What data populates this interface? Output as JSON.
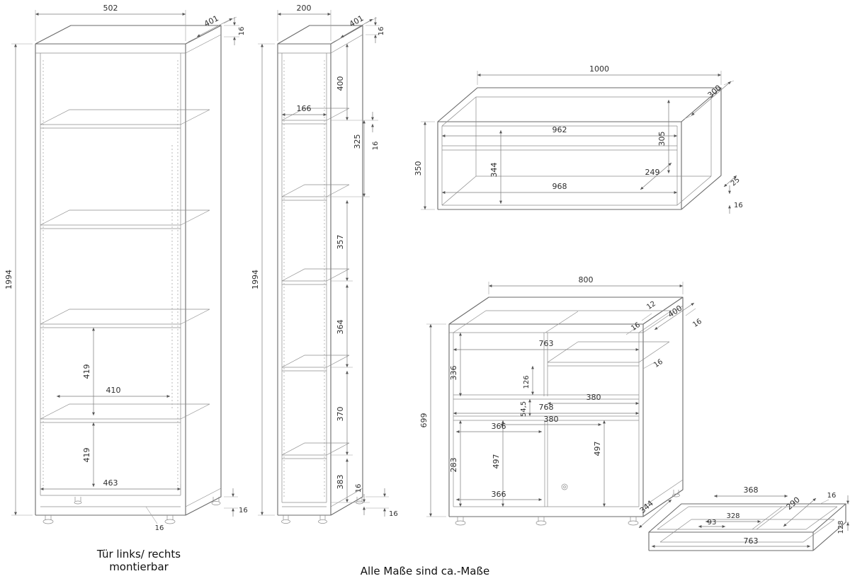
{
  "notes": {
    "door_line1": "Tür links/ rechts",
    "door_line2": "montierbar",
    "footer": "Alle Maße sind ca.-Maße"
  },
  "cabinet": {
    "width": "502",
    "depth": "401",
    "top_thickness": "16",
    "height": "1994",
    "gap_upper": "419",
    "glass_shelf": "410",
    "gap_lower": "419",
    "inner_width": "463",
    "bottom_thickness": "16",
    "foot_height": "16"
  },
  "shelf_unit": {
    "width": "200",
    "depth": "401",
    "top_thickness": "16",
    "height": "1994",
    "inner_width": "166",
    "gap1": "400",
    "gap2": "325",
    "shelf_thickness": "16",
    "gap3": "357",
    "gap4": "364",
    "gap5": "370",
    "gap6": "383",
    "bottom_thickness": "16",
    "foot_height": "16"
  },
  "wall_shelf": {
    "width": "1000",
    "depth": "300",
    "height": "350",
    "inner_width": "962",
    "inner_height": "305",
    "clear_height": "344",
    "inner_depth": "249",
    "bottom_inner_width": "968",
    "edge": "25",
    "thickness": "16"
  },
  "sideboard": {
    "width": "800",
    "back_gap": "12",
    "depth": "400",
    "top_panel": "16",
    "side_panel": "16",
    "shelf_panel": "16",
    "inner_width": "763",
    "upper_height": "336",
    "niche_a": "126",
    "niche_b": "54,5",
    "half_right": "380",
    "drawer_width": "768",
    "half_mid": "380",
    "open_left": "366",
    "height": "699",
    "lower_height": "283",
    "door_left": "497",
    "door_right": "497",
    "open_bottom": "366"
  },
  "tray": {
    "depth": "344",
    "section_a": "368",
    "depth_b": "290",
    "rim": "16",
    "height": "128",
    "section_c": "93",
    "section_d": "328",
    "width": "763"
  }
}
